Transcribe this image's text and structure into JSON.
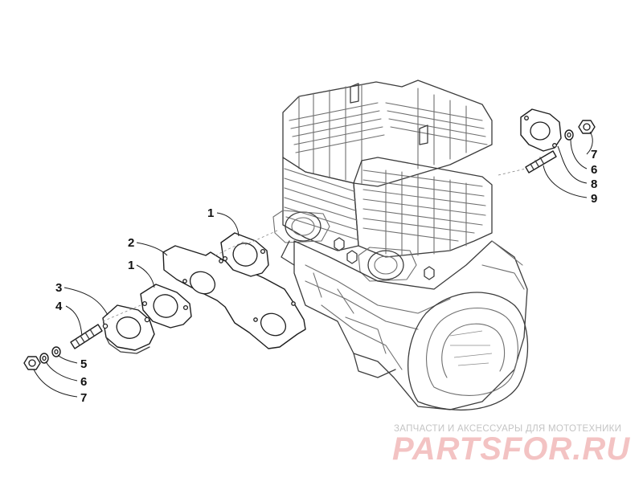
{
  "callouts": [
    {
      "id": "c1-top",
      "label": "1"
    },
    {
      "id": "c2",
      "label": "2"
    },
    {
      "id": "c1-mid",
      "label": "1"
    },
    {
      "id": "c3",
      "label": "3"
    },
    {
      "id": "c4",
      "label": "4"
    },
    {
      "id": "c5",
      "label": "5"
    },
    {
      "id": "c6-left",
      "label": "6"
    },
    {
      "id": "c7-left",
      "label": "7"
    },
    {
      "id": "c7-right",
      "label": "7"
    },
    {
      "id": "c6-right",
      "label": "6"
    },
    {
      "id": "c8",
      "label": "8"
    },
    {
      "id": "c9",
      "label": "9"
    }
  ],
  "watermark": {
    "text": "ЗАПЧАСТИ И АКСЕССУАРЫ ДЛЯ МОТОТЕХНИКИ",
    "logo": "PARTSFOR.RU",
    "color": "#e8a0a0"
  }
}
